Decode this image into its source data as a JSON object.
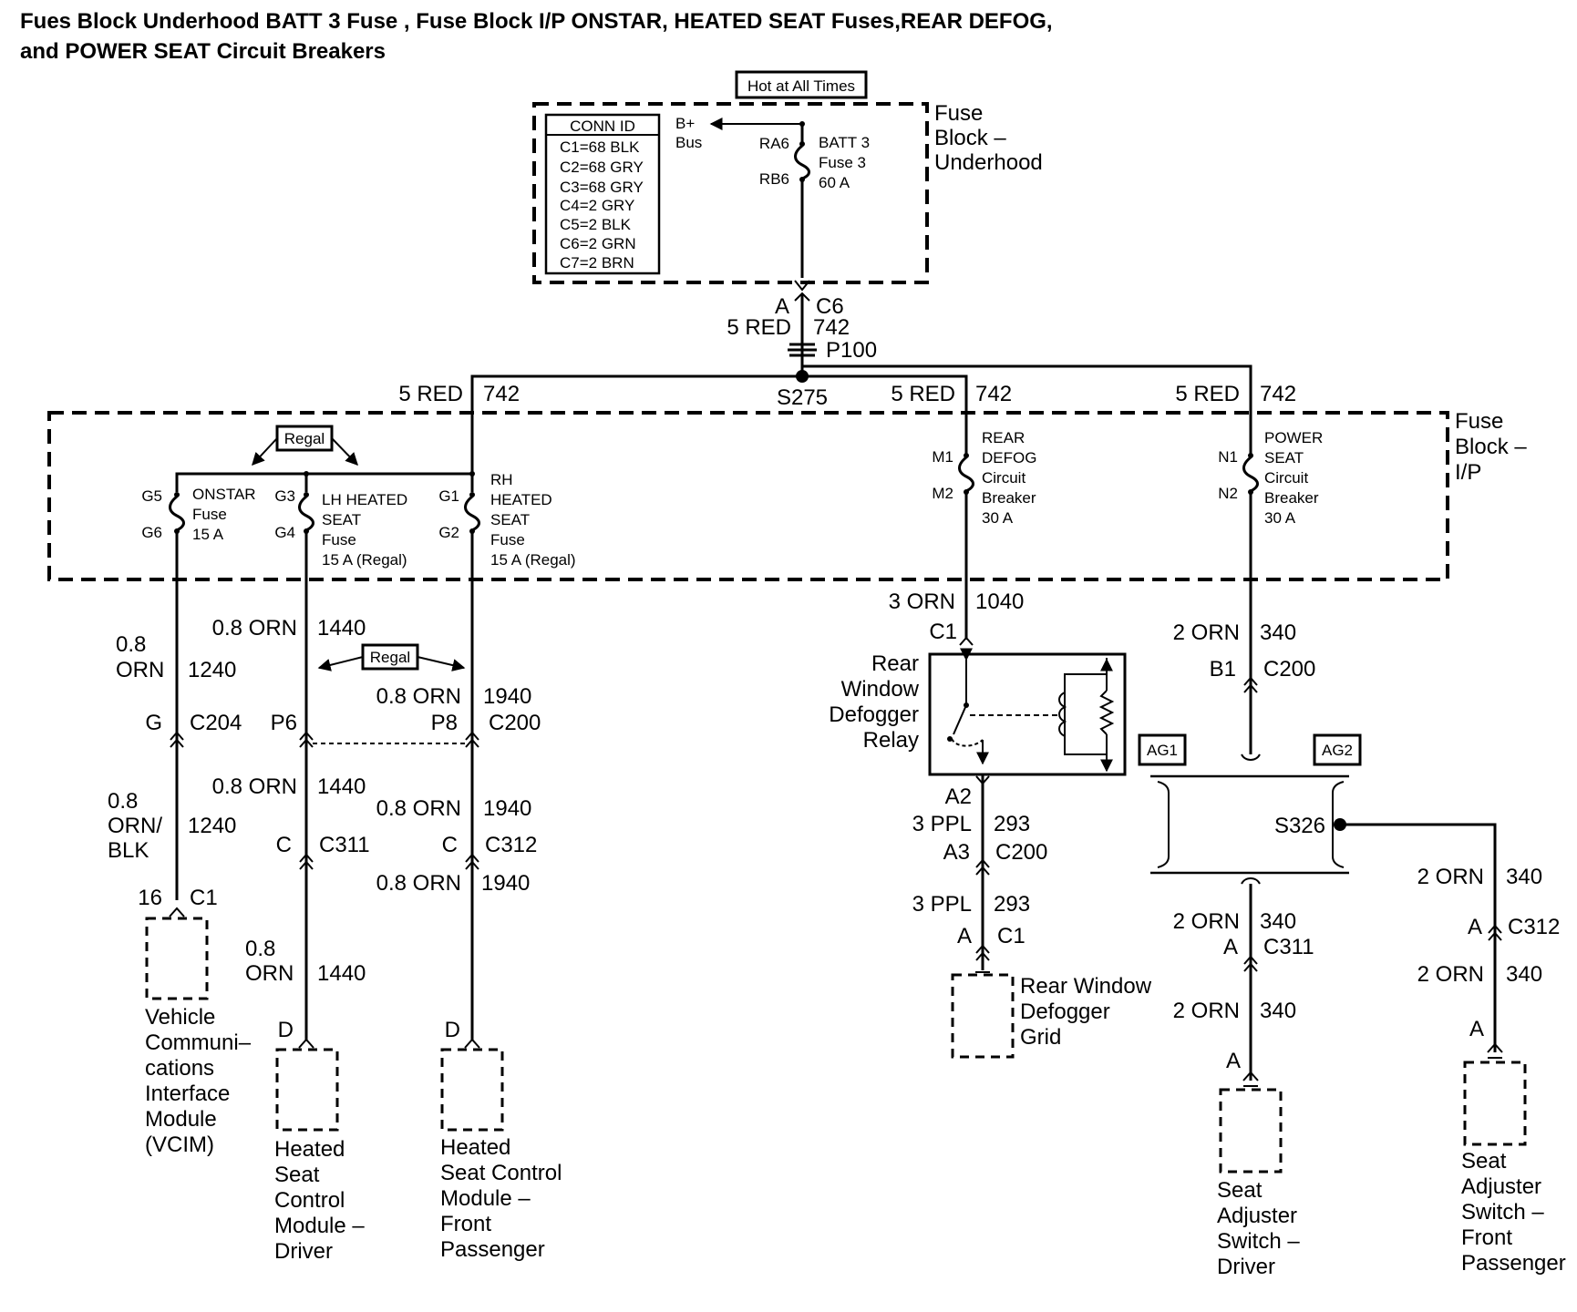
{
  "title": {
    "line1": "Fues Block  Underhood BATT 3 Fuse , Fuse  Block  I/P ONSTAR, HEATED SEAT Fuses,REAR DEFOG,",
    "line2": "and POWER SEAT Circuit Breakers"
  },
  "hot_label": "Hot at All Times",
  "underhood": {
    "name_lines": [
      "Fuse",
      "Block –",
      "Underhood"
    ],
    "conn_id": {
      "header": "CONN ID",
      "rows": [
        "C1=68 BLK",
        "C2=68 GRY",
        "C3=68 GRY",
        "C4=2 GRY",
        "C5=2 BLK",
        "C6=2 GRN",
        "C7=2 BRN"
      ]
    },
    "bus_lines": [
      "B+",
      "Bus"
    ],
    "fuse_in": "RA6",
    "fuse_out": "RB6",
    "fuse_lines": [
      "BATT 3",
      "Fuse 3",
      "60 A"
    ]
  },
  "feed": {
    "term": "A",
    "conn": "C6",
    "wire": "5 RED",
    "circuit": "742",
    "connector": "P100",
    "splice": "S275"
  },
  "branches": {
    "left": {
      "wire": "5 RED",
      "circuit": "742"
    },
    "mid": {
      "wire": "5 RED",
      "circuit": "742"
    },
    "right": {
      "wire": "5 RED",
      "circuit": "742"
    }
  },
  "ip_block": {
    "name_lines": [
      "Fuse",
      "Block –",
      "I/P"
    ],
    "regal": "Regal",
    "onstar": {
      "in": "G5",
      "out": "G6",
      "lines": [
        "ONSTAR",
        "Fuse",
        "15 A"
      ]
    },
    "lh_seat": {
      "in": "G3",
      "out": "G4",
      "lines": [
        "LH HEATED",
        "SEAT",
        "Fuse",
        "15 A (Regal)"
      ]
    },
    "rh_seat": {
      "in": "G1",
      "out": "G2",
      "lines": [
        "RH",
        "HEATED",
        "SEAT",
        "Fuse",
        "15 A (Regal)"
      ]
    },
    "defog": {
      "in": "M1",
      "out": "M2",
      "lines": [
        "REAR",
        "DEFOG",
        "Circuit",
        "Breaker",
        "30 A"
      ]
    },
    "power_seat": {
      "in": "N1",
      "out": "N2",
      "lines": [
        "POWER",
        "SEAT",
        "Circuit",
        "Breaker",
        "30 A"
      ]
    }
  },
  "vcim_branch": {
    "w1": [
      "0.8",
      "ORN"
    ],
    "c1": "1240",
    "term": "G",
    "conn": "C204",
    "w2": [
      "0.8",
      "ORN/",
      "BLK"
    ],
    "c2": "1240",
    "pin": "16",
    "mconn": "C1",
    "module": [
      "Vehicle",
      "Communi–",
      "cations",
      "Interface",
      "Module",
      "(VCIM)"
    ]
  },
  "lh_branch": {
    "w1": "0.8 ORN",
    "c1": "1440",
    "term": "P6",
    "w2": "0.8 ORN",
    "c2": "1440",
    "term2": "C",
    "conn2": "C311",
    "w3": [
      "0.8",
      "ORN"
    ],
    "c3": "1440",
    "pin": "D",
    "module": [
      "Heated",
      "Seat",
      "Control",
      "Module –",
      "Driver"
    ]
  },
  "rh_branch": {
    "w1": "0.8 ORN",
    "c1": "1940",
    "term": "P8",
    "conn": "C200",
    "w2": "0.8 ORN",
    "c2": "1940",
    "term2": "C",
    "conn2": "C312",
    "w3": "0.8 ORN",
    "c3": "1940",
    "pin": "D",
    "module": [
      "Heated",
      "Seat Control",
      "Module –",
      "Front",
      "Passenger"
    ]
  },
  "defog_branch": {
    "w1": "3 ORN",
    "c1": "1040",
    "relay_pin": "C1",
    "relay": [
      "Rear",
      "Window",
      "Defogger",
      "Relay"
    ],
    "out_pin": "A2",
    "w2": "3 PPL",
    "c2": "293",
    "term": "A3",
    "conn": "C200",
    "w3": "3 PPL",
    "c3": "293",
    "term2": "A",
    "conn2": "C1",
    "grid": [
      "Rear Window",
      "Defogger",
      "Grid"
    ]
  },
  "seat_branch": {
    "w1": "2 ORN",
    "c1": "340",
    "term": "B1",
    "conn": "C200",
    "ag1": "AG1",
    "ag2": "AG2",
    "splice": "S326",
    "drv_w1": "2 ORN",
    "drv_c1": "340",
    "drv_term": "A",
    "drv_conn": "C311",
    "drv_w2": "2 ORN",
    "drv_c2": "340",
    "drv_pin": "A",
    "drv_module": [
      "Seat",
      "Adjuster",
      "Switch –",
      "Driver"
    ],
    "pass_w1": "2 ORN",
    "pass_c1": "340",
    "pass_term": "A",
    "pass_conn": "C312",
    "pass_w2": "2 ORN",
    "pass_c2": "340",
    "pass_pin": "A",
    "pass_module": [
      "Seat",
      "Adjuster",
      "Switch –",
      "Front",
      "Passenger"
    ]
  }
}
